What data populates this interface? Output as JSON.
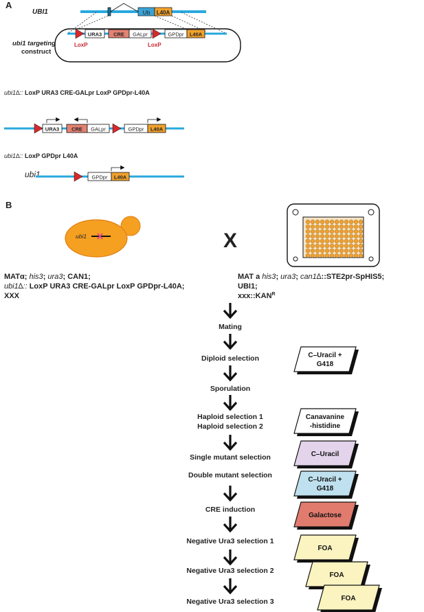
{
  "panel_a": {
    "label": "A",
    "gene_name": "UBI1",
    "ub_label": "Ub",
    "l40a_label": "L40A",
    "construct_label_line1": "ubi1 targeting",
    "construct_label_line2": "construct",
    "construct_parts": {
      "ura3": "URA3",
      "cre": "CRE",
      "galpr": "GALpr",
      "gpdpr": "GPDpr",
      "l40a": "L40A"
    },
    "loxp_label": "LoxP",
    "allele1_prefix": "ubi1∆::",
    "allele1_suffix": "LoxP URA3 CRE-GALpr LoxP GPDpr-L40A",
    "allele2_prefix": "ubi1∆::",
    "allele2_suffix": "LoxP  GPDpr L40A",
    "ubi1_label": "ubi1"
  },
  "panel_b": {
    "label": "B",
    "cell_label": "ubi1",
    "cross_symbol": "X",
    "left_genotype": {
      "l1_a": "MATα;",
      "l1_b": "his3",
      "l1_c": "ura3",
      "l1_d": "CAN1;",
      "l2_a": "ubi1∆::",
      "l2_b": "LoxP URA3 CRE-GALpr LoxP GPDpr-L40A;",
      "l3": "XXX"
    },
    "right_genotype": {
      "l1_a": "MAT a",
      "l1_b": "his3",
      "l1_c": "ura3",
      "l1_d": "can1∆",
      "l1_e": "::STE2pr-SpHIS5;",
      "l2": "UBI1;",
      "l3_a": "xxx::KAN",
      "l3_sup": "R"
    },
    "steps": [
      {
        "label": "Mating"
      },
      {
        "label": "Diploid selection"
      },
      {
        "label": "Sporulation"
      },
      {
        "label": "Haploid selection 1"
      },
      {
        "label": "Haploid selection 2"
      },
      {
        "label": "Single mutant selection"
      },
      {
        "label": "Double mutant selection"
      },
      {
        "label": "CRE induction"
      },
      {
        "label": "Negative Ura3 selection 1"
      },
      {
        "label": "Negative Ura3 selection 2"
      },
      {
        "label": "Negative Ura3 selection 3"
      }
    ],
    "media": [
      {
        "line1": "C–Uracil +",
        "line2": "G418",
        "color": "#ffffff"
      },
      {
        "line1": "Canavanine",
        "line2": "-histidine",
        "color": "#ffffff"
      },
      {
        "line1": "C–Uracil",
        "line2": "",
        "color": "#e3d4ec"
      },
      {
        "line1": "C–Uracil +",
        "line2": "G418",
        "color": "#bfe0ee"
      },
      {
        "line1": "Galactose",
        "line2": "",
        "color": "#e07b6e"
      },
      {
        "line1": "FOA",
        "line2": "",
        "color": "#fbf3c0"
      },
      {
        "line1": "FOA",
        "line2": "",
        "color": "#fbf3c0"
      },
      {
        "line1": "FOA",
        "line2": "",
        "color": "#fbf3c0"
      }
    ]
  },
  "colors": {
    "dna": "#29a8dd",
    "ub": "#3aa3d6",
    "l40a": "#f0a12e",
    "cre": "#e38272",
    "loxp": "#d8282c",
    "loxp_text": "#c7252b",
    "yeast": "#f5a021",
    "plate_well": "#f0a030",
    "cross_mark": "#e0458c"
  }
}
